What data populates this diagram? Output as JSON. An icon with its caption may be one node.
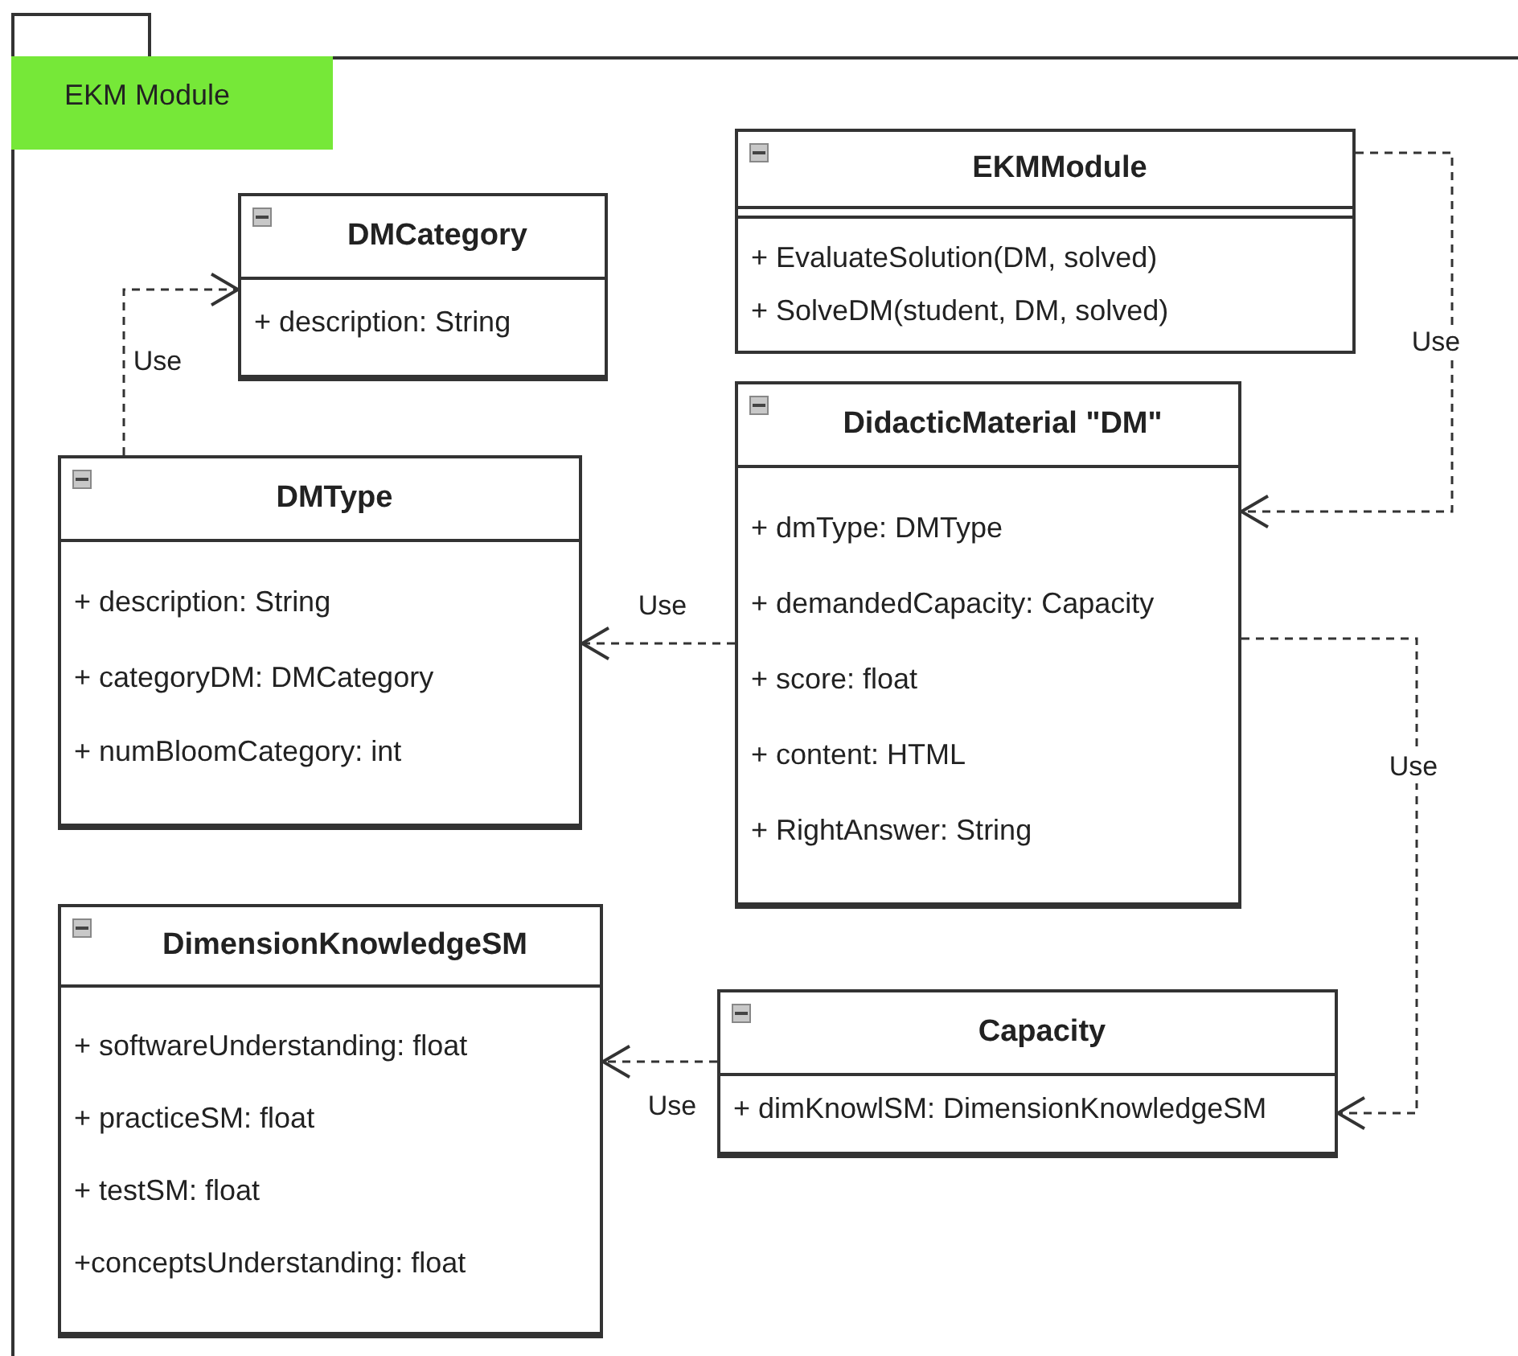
{
  "diagram": {
    "nodes": [
      {
        "text": [
          "EKM Module"
        ]
      },
      {
        "text": [
          "EKMModule",
          "+ EvaluateSolution(DM, solved)",
          "+ SolveDM(student, DM, solved)"
        ],
        "in": 0
      },
      {
        "text": [
          "DMCategory",
          "+ description: String"
        ],
        "in": 0
      },
      {
        "text": [
          "DidacticMaterial \"DM\"",
          "+ dmType: DMType",
          "+ demandedCapacity: Capacity",
          "+ score: float",
          "+ content: HTML",
          "+ RightAnswer: String"
        ],
        "in": 0
      },
      {
        "text": [
          "DMType",
          "+ description: String",
          "+ categoryDM: DMCategory",
          "+ numBloomCategory: int"
        ],
        "in": 0
      },
      {
        "text": [
          "DimensionKnowledgeSM",
          "+ softwareUnderstanding: float",
          "+ practiceSM: float",
          "+ testSM: float",
          "+conceptsUnderstanding: float"
        ],
        "in": 0
      },
      {
        "text": [
          "Capacity",
          "+ dimKnowlSM: DimensionKnowledgeSM"
        ],
        "in": 0
      }
    ],
    "edges": [
      {
        "from": 4,
        "to": 2,
        "arrow": "to",
        "label": "Use",
        "style": "dashed"
      },
      {
        "from": 1,
        "to": 3,
        "arrow": "to",
        "label": "Use",
        "style": "dashed"
      },
      {
        "from": 3,
        "to": 4,
        "arrow": "to",
        "label": "Use",
        "style": "dashed"
      },
      {
        "from": 3,
        "to": 6,
        "arrow": "to",
        "label": "Use",
        "style": "dashed"
      },
      {
        "from": 6,
        "to": 5,
        "arrow": "to",
        "label": "Use",
        "style": "dashed"
      }
    ]
  }
}
